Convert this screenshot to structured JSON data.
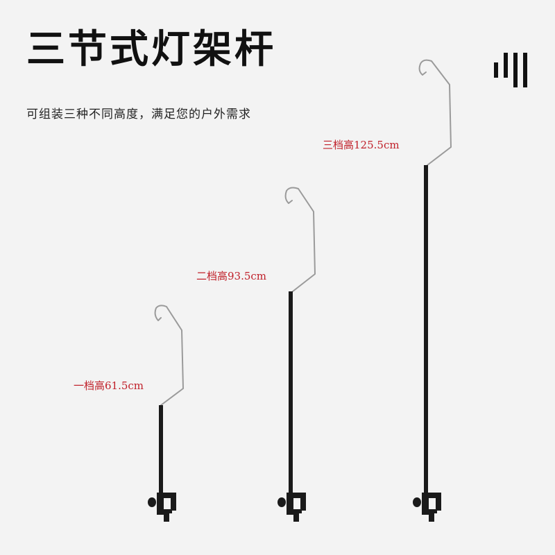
{
  "title": "三节式灯架杆",
  "subtitle": "可组装三种不同高度，满足您的户外需求",
  "brand_mark_icon": "four-vertical-bars-logo",
  "colors": {
    "background": "#f3f3f3",
    "label_red": "#c0202a",
    "pole_black": "#1a1a1a",
    "hook_silver": "#9a9a9a"
  },
  "stands": [
    {
      "label": "一档高61.5cm"
    },
    {
      "label": "二档高93.5cm"
    },
    {
      "label": "三档高125.5cm"
    }
  ]
}
